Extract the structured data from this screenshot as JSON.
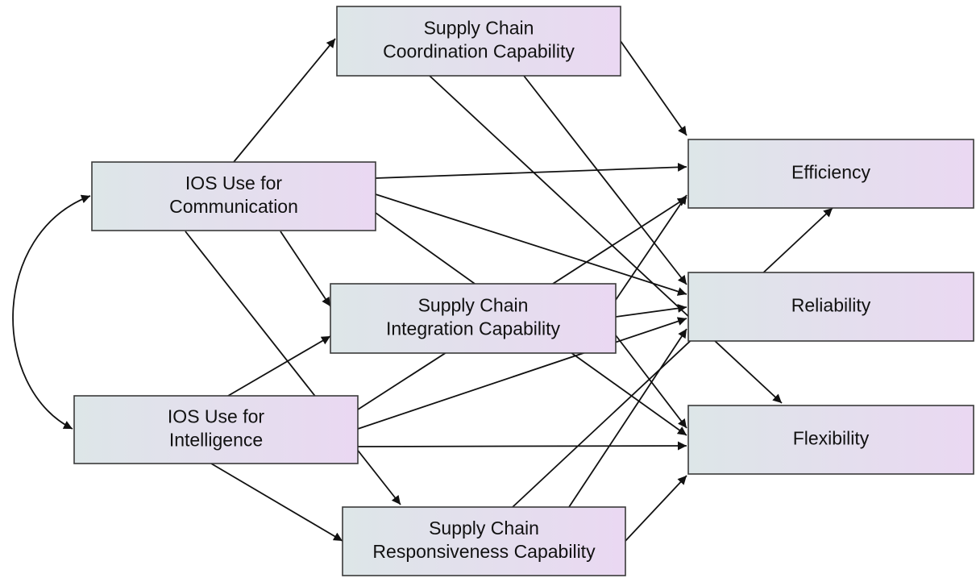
{
  "nodes": [
    {
      "id": "coord",
      "lines": [
        "Supply Chain",
        "Coordination Capability"
      ]
    },
    {
      "id": "comm",
      "lines": [
        "IOS Use for",
        "Communication"
      ]
    },
    {
      "id": "integ",
      "lines": [
        "Supply Chain",
        "Integration Capability"
      ]
    },
    {
      "id": "intel",
      "lines": [
        "IOS Use for",
        "Intelligence"
      ]
    },
    {
      "id": "resp",
      "lines": [
        "Supply Chain",
        "Responsiveness Capability"
      ]
    },
    {
      "id": "eff",
      "lines": [
        "Efficiency"
      ]
    },
    {
      "id": "rel",
      "lines": [
        "Reliability"
      ]
    },
    {
      "id": "flex",
      "lines": [
        "Flexibility"
      ]
    }
  ],
  "edges": [
    {
      "from": "comm",
      "to": "coord"
    },
    {
      "from": "comm",
      "to": "eff"
    },
    {
      "from": "comm",
      "to": "rel"
    },
    {
      "from": "comm",
      "to": "flex"
    },
    {
      "from": "comm",
      "to": "integ"
    },
    {
      "from": "comm",
      "to": "resp"
    },
    {
      "from": "intel",
      "to": "integ"
    },
    {
      "from": "intel",
      "to": "eff"
    },
    {
      "from": "intel",
      "to": "rel"
    },
    {
      "from": "intel",
      "to": "flex"
    },
    {
      "from": "intel",
      "to": "resp"
    },
    {
      "from": "coord",
      "to": "eff"
    },
    {
      "from": "coord",
      "to": "rel"
    },
    {
      "from": "coord",
      "to": "flex"
    },
    {
      "from": "integ",
      "to": "eff"
    },
    {
      "from": "integ",
      "to": "rel"
    },
    {
      "from": "integ",
      "to": "flex"
    },
    {
      "from": "resp",
      "to": "eff"
    },
    {
      "from": "resp",
      "to": "rel"
    },
    {
      "from": "resp",
      "to": "flex"
    }
  ],
  "correlations": [
    {
      "a": "comm",
      "b": "intel"
    }
  ],
  "colors": {
    "box_gradient_start": "#dde6e8",
    "box_gradient_end": "#ead8f2",
    "box_border": "#3a3a3a",
    "arrow": "#111111",
    "text": "#111111"
  }
}
